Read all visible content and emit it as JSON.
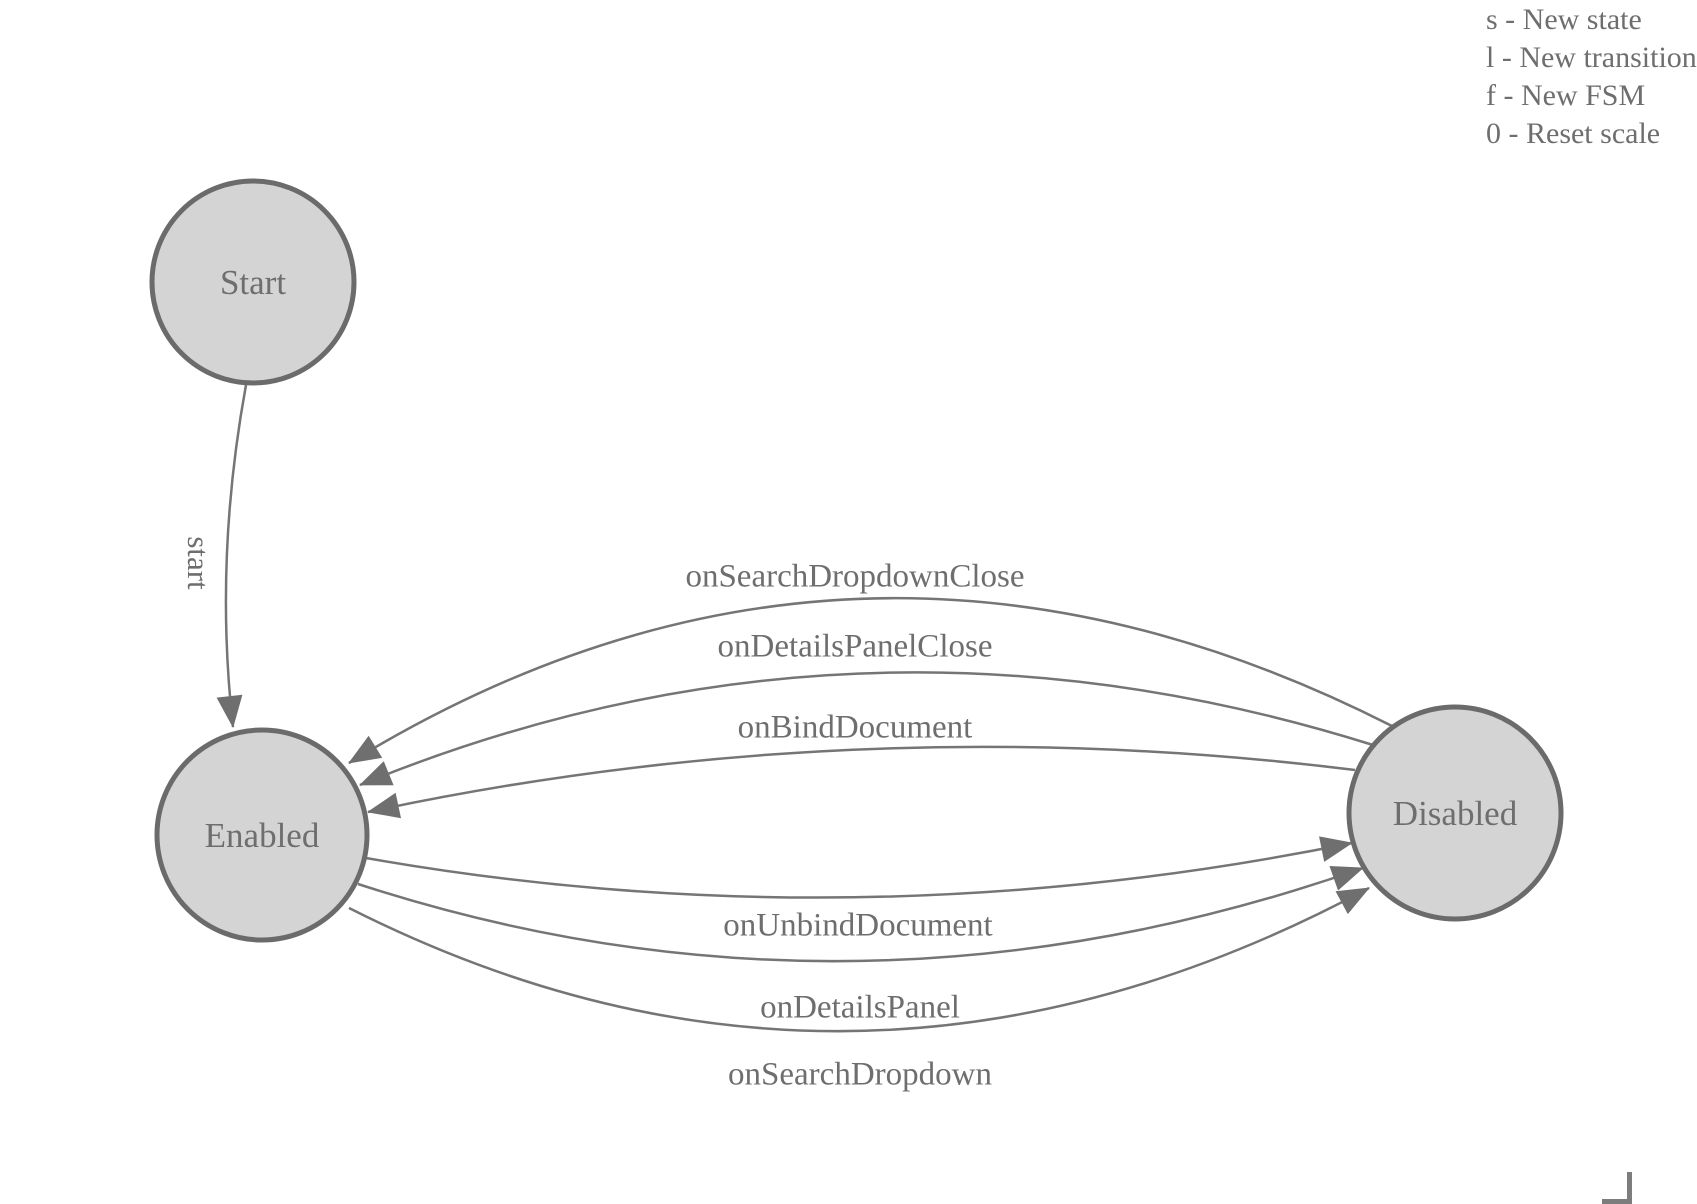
{
  "diagram": {
    "states": [
      {
        "label": "Start"
      },
      {
        "label": "Enabled"
      },
      {
        "label": "Disabled"
      }
    ],
    "transitions": [
      {
        "label": "start",
        "from": "Start",
        "to": "Enabled"
      },
      {
        "label": "onSearchDropdownClose",
        "from": "Disabled",
        "to": "Enabled"
      },
      {
        "label": "onDetailsPanelClose",
        "from": "Disabled",
        "to": "Enabled"
      },
      {
        "label": "onBindDocument",
        "from": "Disabled",
        "to": "Enabled"
      },
      {
        "label": "onUnbindDocument",
        "from": "Enabled",
        "to": "Disabled"
      },
      {
        "label": "onDetailsPanel",
        "from": "Enabled",
        "to": "Disabled"
      },
      {
        "label": "onSearchDropdown",
        "from": "Enabled",
        "to": "Disabled"
      }
    ]
  },
  "legend": {
    "lines": [
      "s - New state",
      "l - New transition",
      "f - New FSM",
      "0 - Reset scale"
    ]
  },
  "colors": {
    "state_fill": "#d4d4d4",
    "state_stroke": "#6b6b6b",
    "edge_stroke": "#757575",
    "arrowhead": "#6f6f6f",
    "text": "#6e6e6e",
    "background": "#ffffff"
  }
}
